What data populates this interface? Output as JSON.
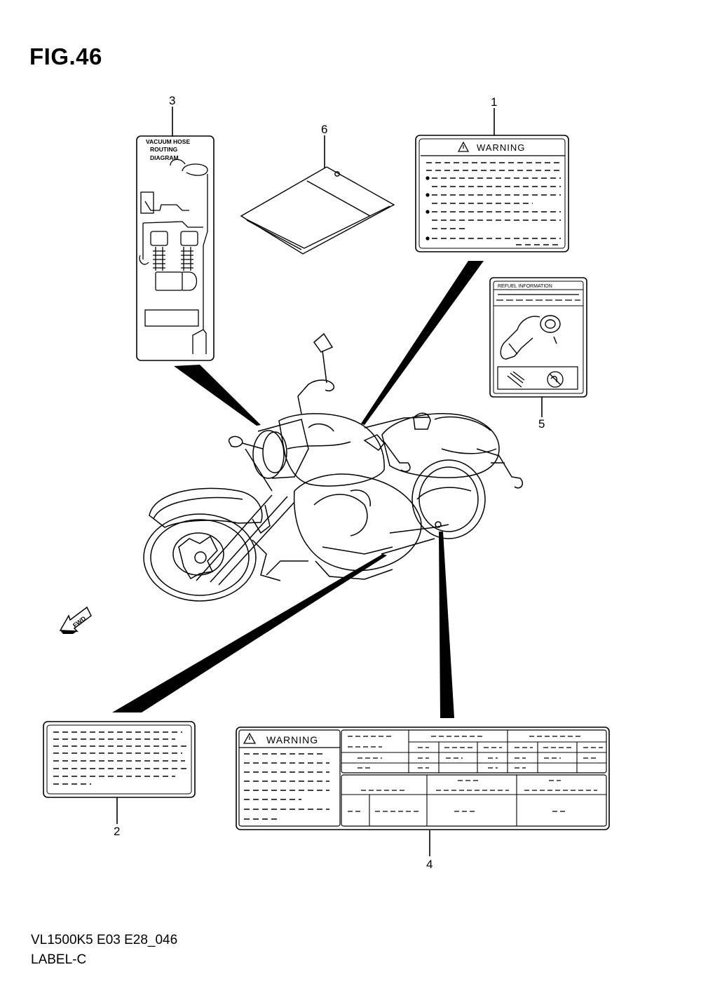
{
  "figure": {
    "title": "FIG.46"
  },
  "callouts": {
    "c1": "1",
    "c2": "2",
    "c3": "3",
    "c4": "4",
    "c5": "5",
    "c6": "6"
  },
  "label1": {
    "warning_text": "WARNING"
  },
  "label3": {
    "line1": "VACUUM HOSE",
    "line2": "ROUTING",
    "line3": "DIAGRAM"
  },
  "label4": {
    "warning_text": "WARNING"
  },
  "label5": {
    "header_text": "REFUEL INFORMATION"
  },
  "fwd_arrow": {
    "text": "FWD"
  },
  "footer": {
    "code": "VL1500K5 E03 E28_046",
    "label": "LABEL-C"
  },
  "icons": [
    "warning-triangle-icon",
    "fwd-arrow-icon",
    "no-fire-icon",
    "fuel-nozzle-icon"
  ]
}
